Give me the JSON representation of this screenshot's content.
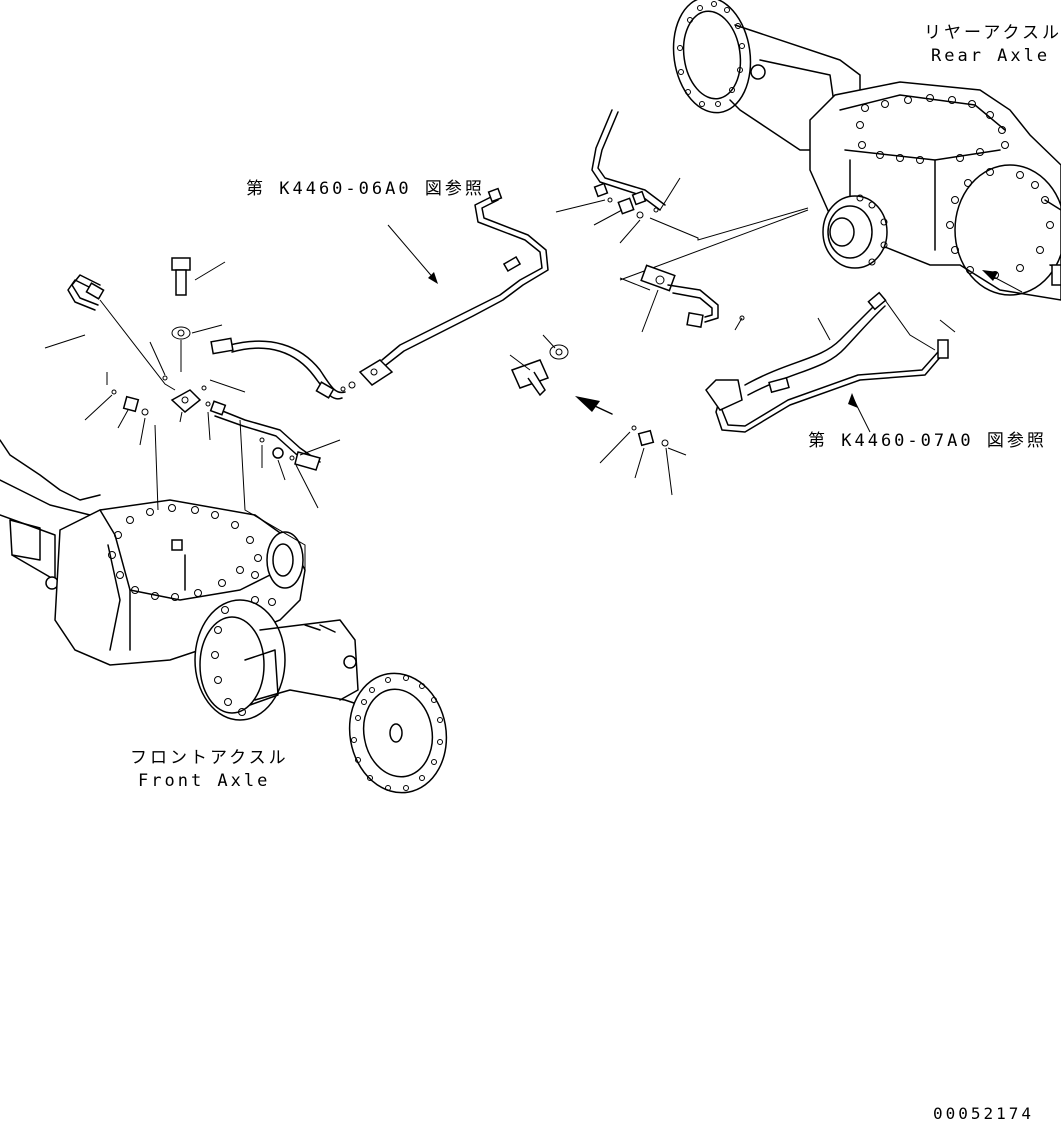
{
  "labels": {
    "rear_axle_jp": "リヤーアクスル",
    "rear_axle_en": "Rear Axle",
    "front_axle_jp": "フロントアクスル",
    "front_axle_en": "Front Axle",
    "ref_06": "第 K4460-06A0 図参照",
    "ref_07": "第 K4460-07A0 図参照",
    "drawing_number": "00052174"
  }
}
